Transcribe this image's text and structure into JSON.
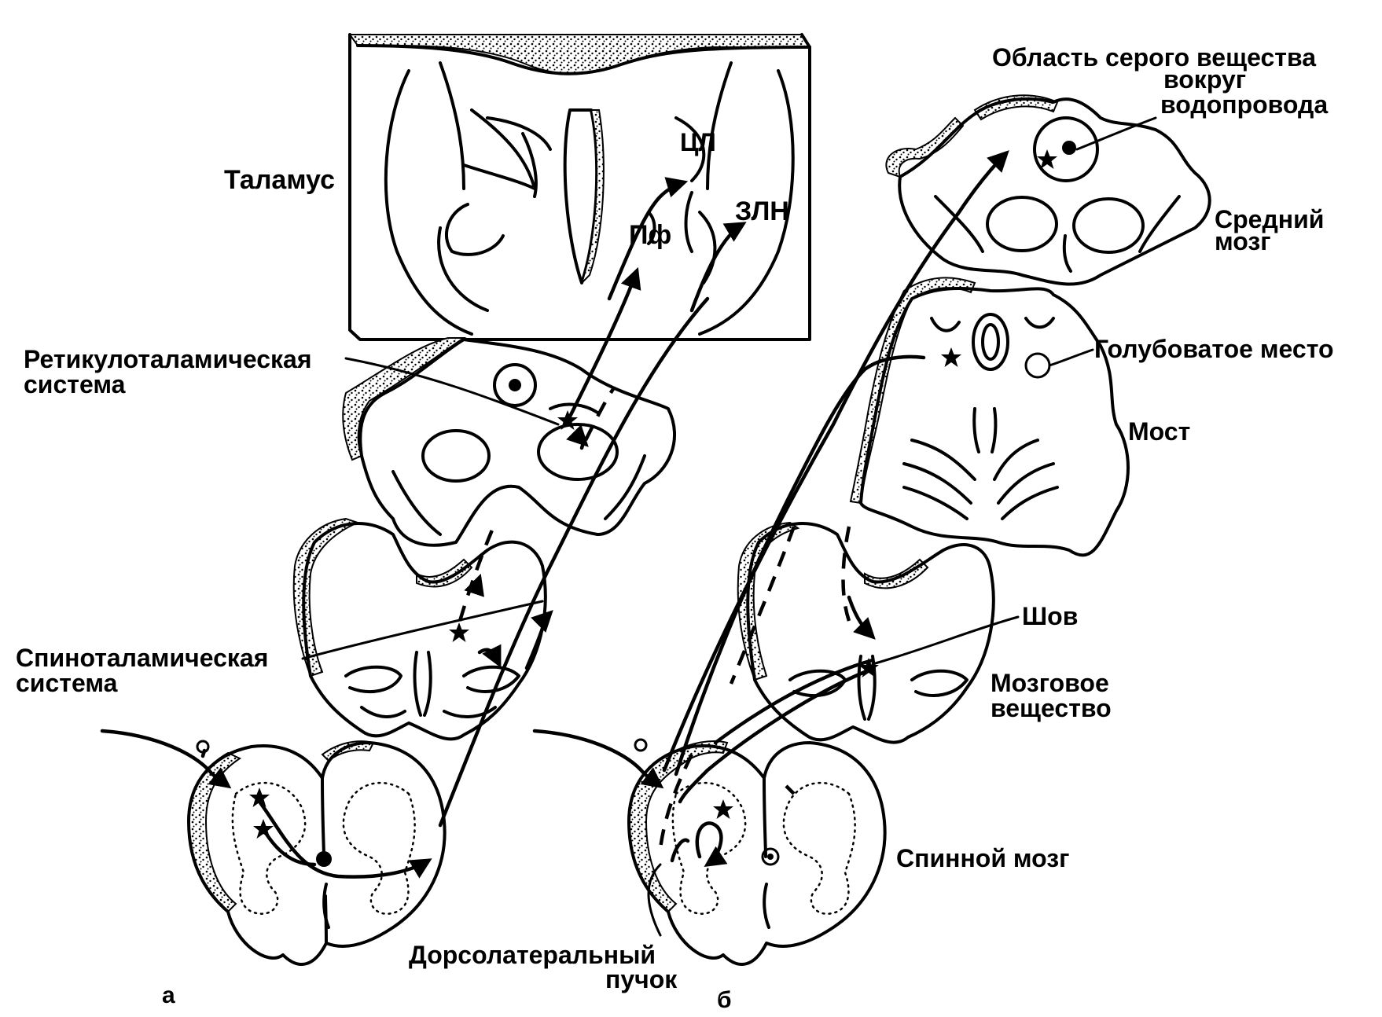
{
  "colors": {
    "ink": "#000000",
    "paper": "#ffffff"
  },
  "labels": {
    "thalamus": "Таламус",
    "cl": "ЦЛ",
    "pf": "Пф",
    "zln": "ЗЛН",
    "reticulothalamic_1": "Ретикулоталамическая",
    "reticulothalamic_2": "система",
    "spinothalamic_1": "Спиноталамическая",
    "spinothalamic_2": "система",
    "dorsolateral_1": "Дорсолатеральный",
    "dorsolateral_2": "пучок",
    "panel_a": "а",
    "panel_b": "б",
    "pag_1": "Область серого вещества",
    "pag_2": "вокруг",
    "pag_3": "водопровода",
    "midbrain_1": "Средний",
    "midbrain_2": "мозг",
    "locus_coeruleus": "Голубоватое место",
    "pons": "Мост",
    "raphe": "Шов",
    "medulla_1": "Мозговое",
    "medulla_2": "вещество",
    "spinal_cord": "Спинной мозг"
  },
  "icons": [
    "neuron-star-icon",
    "arrowhead-icon",
    "ganglion-cell-icon"
  ]
}
